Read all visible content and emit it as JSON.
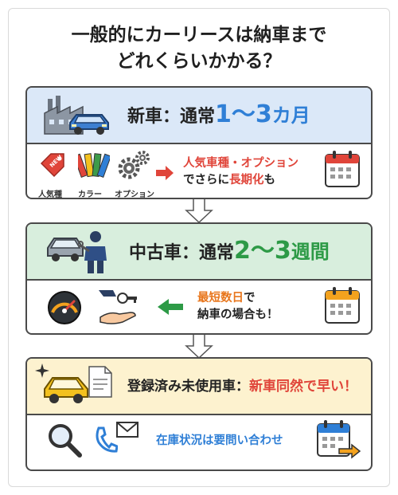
{
  "title_line1": "一般的にカーリースは納車まで",
  "title_line2": "どれくらいかかる？",
  "new_car": {
    "label": "新車",
    "sep": "：",
    "usual": "通常",
    "period": "1〜3",
    "unit": "カ月",
    "tags": [
      "人気種",
      "カラー",
      "オプション"
    ],
    "new_badge": "NEW",
    "msg_red1": "人気車種・オプション",
    "msg_plain1": "でさらに",
    "msg_red2": "長期化",
    "msg_plain2": "も"
  },
  "used_car": {
    "label": "中古車",
    "sep": "：",
    "usual": "通常",
    "period": "2〜3",
    "unit": "週間",
    "msg_orange1": "最短数日",
    "msg_plain1": "で",
    "msg_plain2": "納車の場合も！"
  },
  "unused_car": {
    "label": "登録済み未使用車",
    "sep": "：",
    "highlight": "新車同然で早い！",
    "msg": "在庫状況は要問い合わせ"
  },
  "colors": {
    "blue": "#2f7fd6",
    "green": "#2d9a46",
    "red": "#e0453a",
    "orange": "#e8761c",
    "yellow_bg": "#fdf2cf",
    "blue_bg": "#dbe8f8",
    "green_bg": "#d8eedd"
  },
  "icons": [
    "factory-icon",
    "car-icon",
    "price-tag-icon",
    "color-swatch-icon",
    "gear-icon",
    "arrow-right-icon",
    "calendar-icon",
    "mechanic-icon",
    "speedometer-icon",
    "key-handover-icon",
    "arrow-left-icon",
    "sparkle-icon",
    "document-icon",
    "search-icon",
    "phone-icon",
    "envelope-icon",
    "calendar-arrow-icon",
    "down-arrow-icon"
  ]
}
